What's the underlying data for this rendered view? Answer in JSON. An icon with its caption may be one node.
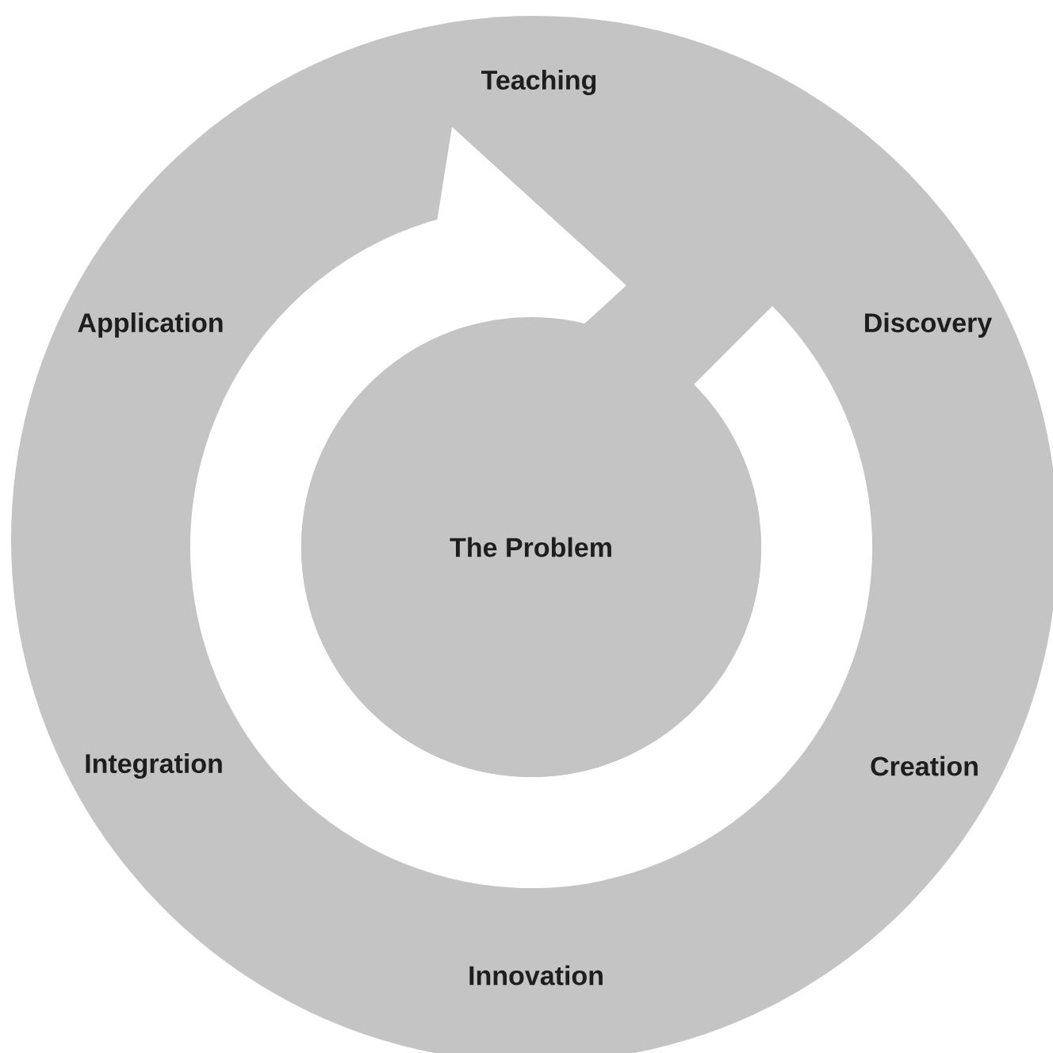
{
  "diagram": {
    "nodes": [
      {
        "text": [
          "Teaching",
          "Application",
          "Discovery",
          "Integration",
          "Creation",
          "Innovation"
        ]
      },
      {
        "text": [
          "The Problem"
        ],
        "in": 0
      }
    ]
  }
}
